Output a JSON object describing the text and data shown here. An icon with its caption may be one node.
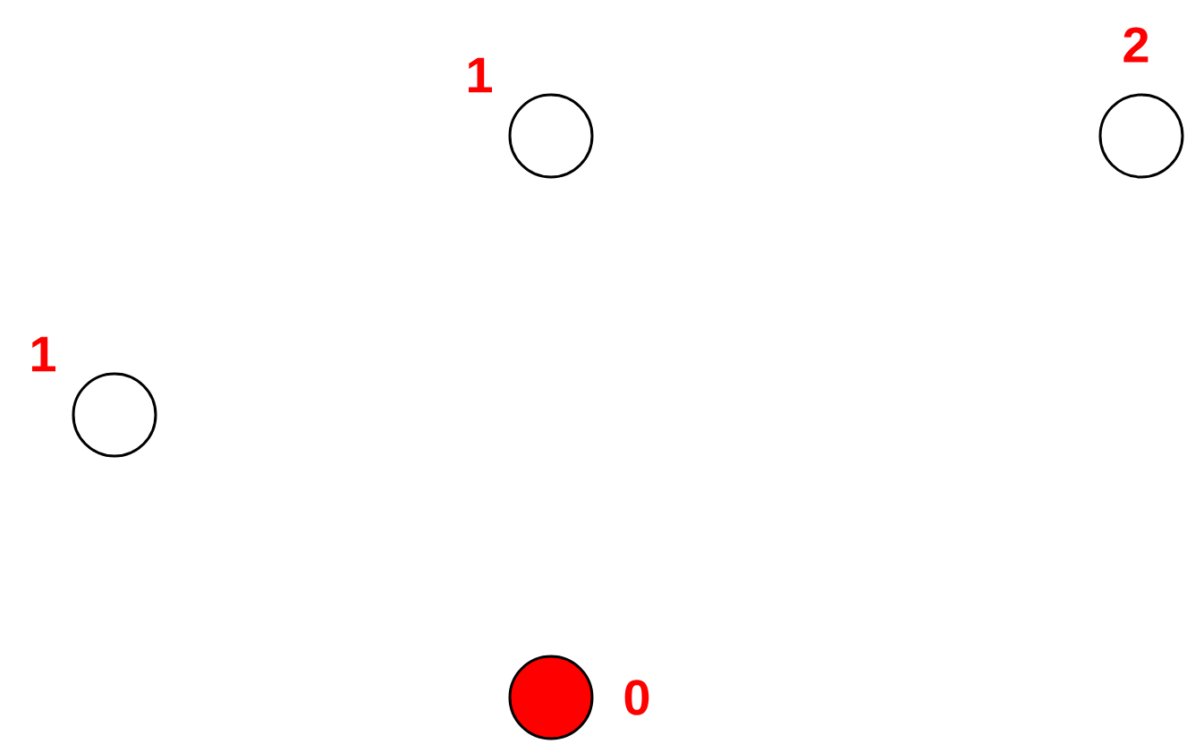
{
  "diagram": {
    "nodes": [
      {
        "text": [],
        "shape": "circle",
        "beside": [
          "1"
        ]
      },
      {
        "text": [],
        "shape": "circle",
        "beside": [
          "2"
        ]
      },
      {
        "text": [],
        "shape": "circle",
        "beside": [
          "1"
        ]
      },
      {
        "text": [],
        "shape": "circle",
        "beside": [
          "0"
        ]
      }
    ]
  }
}
